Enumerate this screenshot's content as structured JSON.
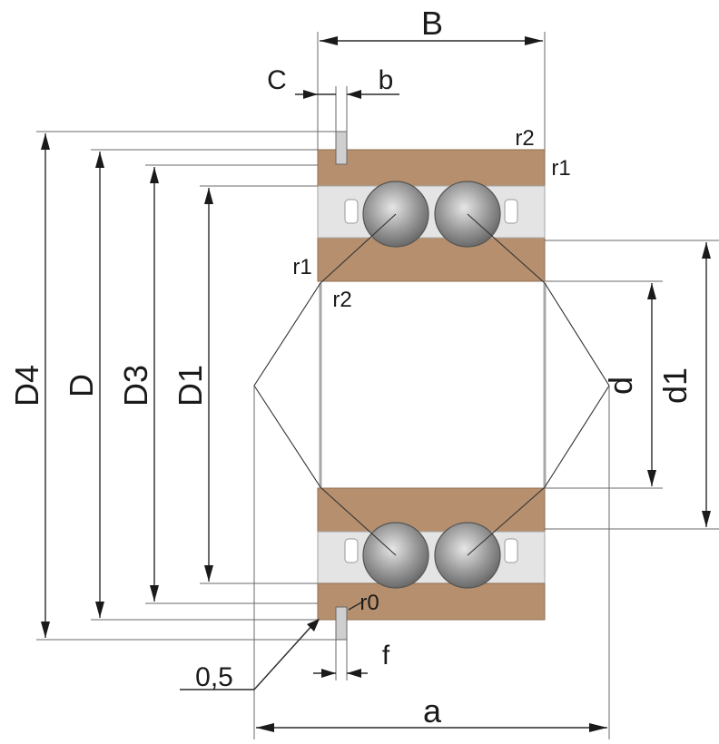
{
  "labels": {
    "B": "B",
    "C": "C",
    "b": "b",
    "r2_top_right": "r2",
    "r1_top_right": "r1",
    "r1_left": "r1",
    "r2_left": "r2",
    "r0": "r0",
    "D4": "D4",
    "D": "D",
    "D3": "D3",
    "D1": "D1",
    "d": "d",
    "d1": "d1",
    "dim_05": "0,5",
    "f": "f",
    "a": "a"
  },
  "colors": {
    "ring": "#b6906e",
    "ball": "#8c8c8c",
    "cage": "#e4e4e4",
    "lines": "#2a2a2a"
  }
}
